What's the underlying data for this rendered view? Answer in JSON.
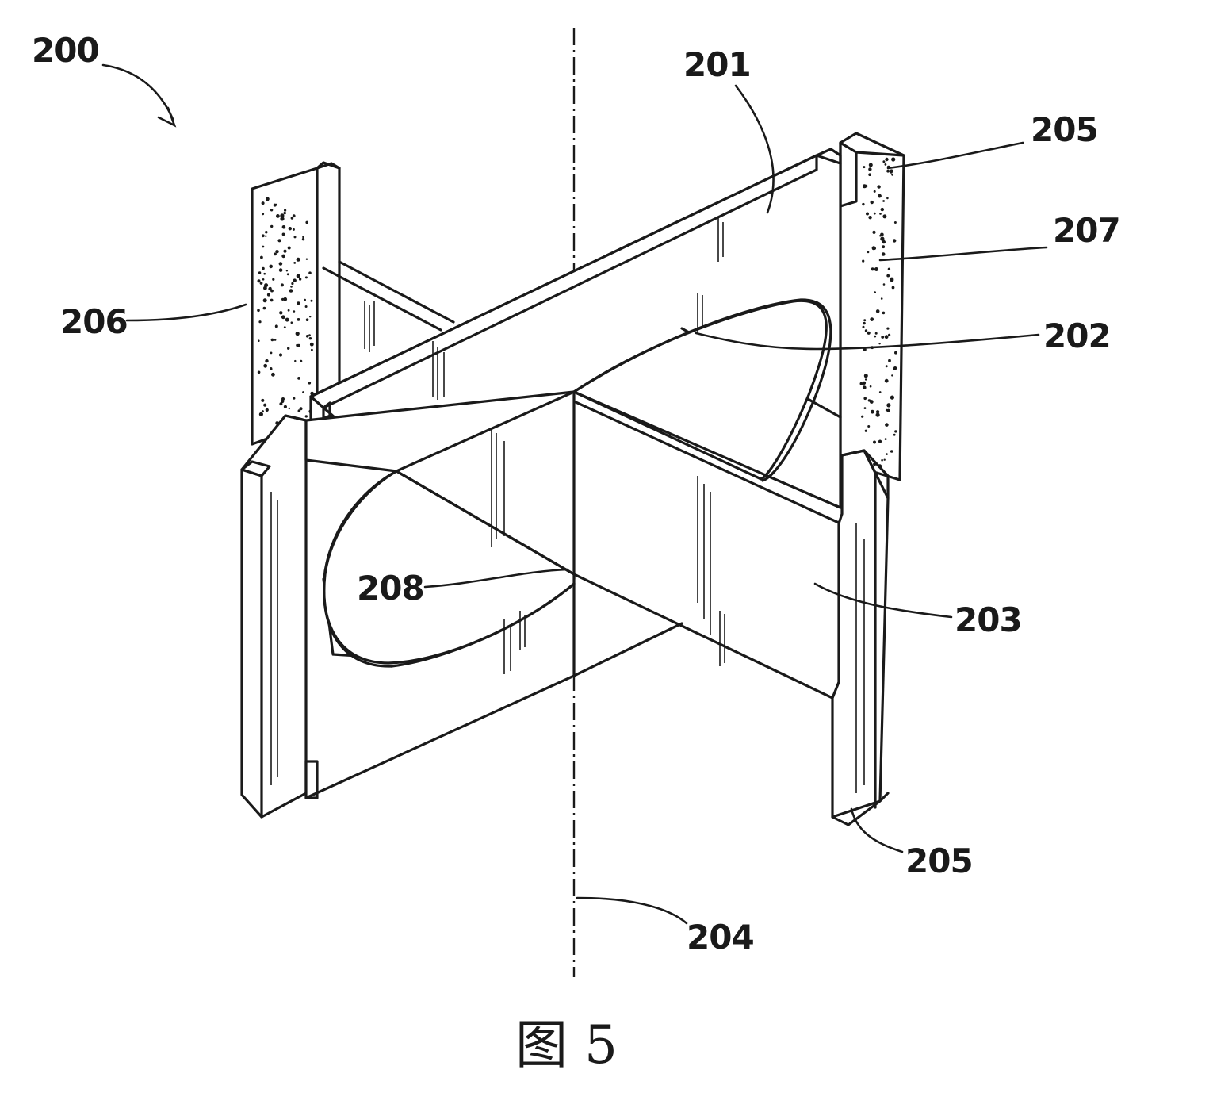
{
  "figure": {
    "caption": "图 5",
    "labels": {
      "assembly": "200",
      "upper_plate": "201",
      "opening": "202",
      "lower_plate": "203",
      "axis": "204",
      "end_tab_top": "205",
      "end_tab_bottom": "205",
      "left_end_block": "206",
      "right_end_block": "207",
      "intersection": "208"
    }
  }
}
